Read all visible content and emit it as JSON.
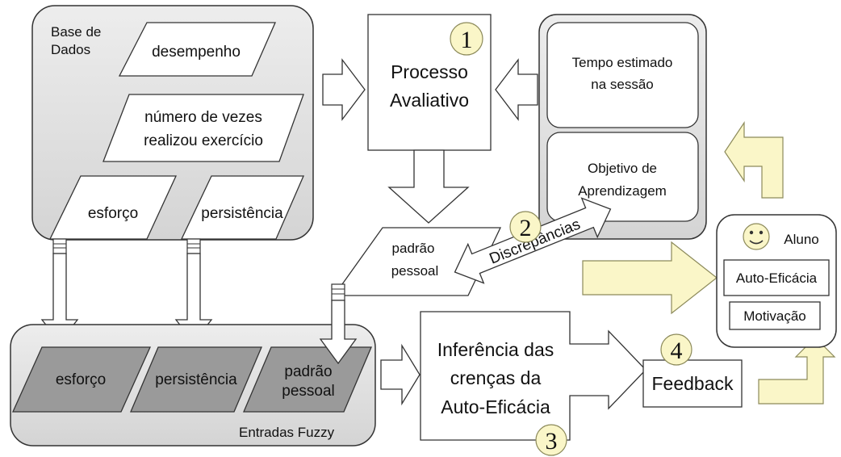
{
  "database": {
    "label_line1": "Base de",
    "label_line2": "Dados",
    "items": {
      "desempenho": "desempenho",
      "numero_line1": "número de vezes",
      "numero_line2": "realizou exercício",
      "esforco": "esforço",
      "persistencia": "persistência"
    }
  },
  "processo": {
    "number": "1",
    "line1": "Processo",
    "line2": "Avaliativo"
  },
  "session": {
    "tempo_line1": "Tempo estimado",
    "tempo_line2": "na sessão",
    "objetivo_line1": "Objetivo de",
    "objetivo_line2": "Aprendizagem"
  },
  "padrao": {
    "line1": "padrão",
    "line2": "pessoal"
  },
  "discrepancias": {
    "number": "2",
    "label": "Discrepâncias"
  },
  "fuzzy": {
    "label": "Entradas Fuzzy",
    "inputs": {
      "esforco": "esforço",
      "persistencia": "persistência",
      "padrao_line1": "padrão",
      "padrao_line2": "pessoal"
    }
  },
  "inferencia": {
    "number": "3",
    "line1": "Inferência das",
    "line2": "crenças da",
    "line3": "Auto-Eficácia"
  },
  "feedback": {
    "number": "4",
    "label": "Feedback"
  },
  "aluno": {
    "label": "Aluno",
    "auto_eficacia": "Auto-Eficácia",
    "motivacao": "Motivação"
  },
  "colors": {
    "yellow_fill": "#FAF6C8",
    "yellow_stroke": "#8C8A5A",
    "gray_panel": "#DCDCDC",
    "dark_parallelogram": "#9A9A9A"
  }
}
